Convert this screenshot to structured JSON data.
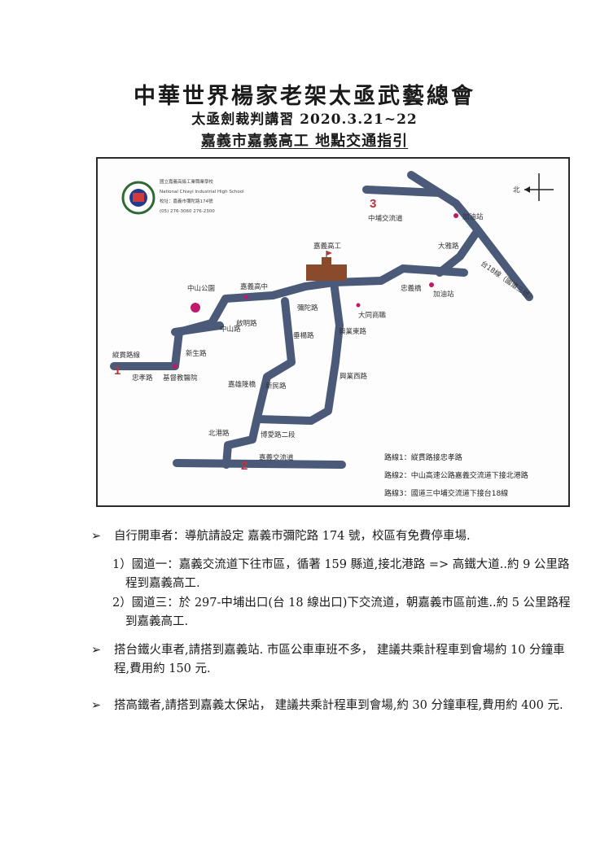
{
  "header": {
    "title": "中華世界楊家老架太亟武藝總會",
    "subtitle": "太亟劍裁判講習 2020.3.21~22",
    "subtitle2": "嘉義市嘉義高工 地點交通指引"
  },
  "map": {
    "school_logo": {
      "name_line1": "國立嘉義高級工業職業學校",
      "name_line2": "National Chiayi Industrial High School",
      "address": "校址：嘉義市彌陀路174號",
      "phone": "(05) 276-3060  276-2300"
    },
    "compass_label": "北",
    "route_numbers": [
      "1",
      "2",
      "3"
    ],
    "landmarks": {
      "school": "嘉義高工",
      "zhongshan_park": "中山公園",
      "chiayi_high": "嘉義高中",
      "gas_station_1": "加油站",
      "gas_station_2": "加油站",
      "dadong": "大同商職",
      "christian_hospital": "基督教醫院"
    },
    "roads": {
      "zongguan": "縱貫路線",
      "zhongxiao": "忠孝路",
      "xinsheng": "新生路",
      "zhongshan": "中山路",
      "qiming": "啟明路",
      "mituo": "彌陀路",
      "chuiyang": "垂楊路",
      "xinmin": "新民路",
      "xinglong": "嘉雄隆橋",
      "xingye_east": "興業東路",
      "xingye_west": "興業西路",
      "boai_2": "博愛路二段",
      "beigang": "北港路",
      "chiayi_interchange": "嘉義交流道",
      "zhongpu_interchange": "中埔交流道",
      "dayabridge": "大雅路",
      "zhongyi_bridge": "忠義橋",
      "route18": "台18線（國道三號）"
    },
    "legend": [
      "路線1：縱貫路接忠孝路",
      "路線2：中山高速公路嘉義交流道下接北港路",
      "路線3：國道三中埔交流道下接台18線"
    ],
    "colors": {
      "road": "#4a5a78",
      "marker": "#c0186a",
      "route_number": "#c0323a",
      "building": "#8a4b2c"
    }
  },
  "notes": {
    "driving": "自行開車者：導航請設定 嘉義市彌陀路 174 號，校區有免費停車場.",
    "driving_1": "1）國道一：嘉義交流道下往市區，循著 159 縣道,接北港路 => 高鐵大道..約 9 公里路程到嘉義高工.",
    "driving_2": "2）國道三：於 297-中埔出口(台 18 線出口)下交流道，朝嘉義市區前進..約 5 公里路程到嘉義高工.",
    "train": "搭台鐵火車者,請搭到嘉義站. 市區公車車班不多， 建議共乘計程車到會場約 10 分鐘車程,費用約 150 元.",
    "hsr": "搭高鐵者,請搭到嘉義太保站， 建議共乘計程車到會場,約 30 分鐘車程,費用約 400 元."
  }
}
